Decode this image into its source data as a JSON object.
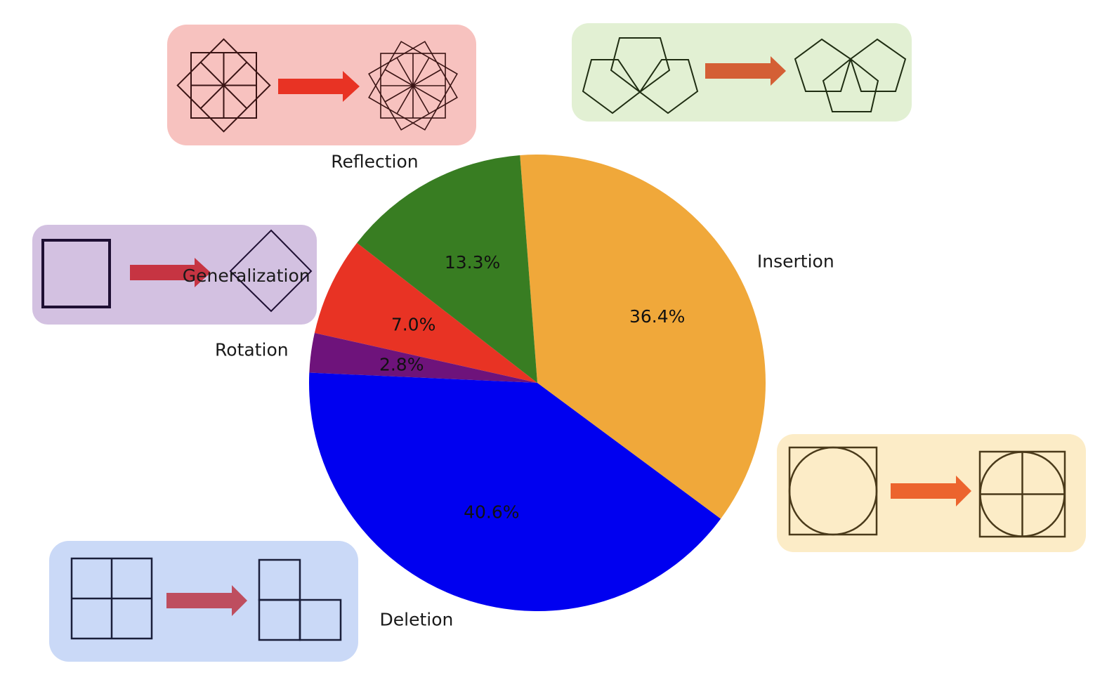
{
  "chart_data": {
    "type": "pie",
    "startangle_deg": 142.2,
    "direction": "counterclockwise",
    "slices": [
      {
        "label": "Generalization",
        "value": 7.0,
        "pct_text": "7.0%",
        "color": "#e83324"
      },
      {
        "label": "Rotation",
        "value": 2.8,
        "pct_text": "2.8%",
        "color": "#6e137b"
      },
      {
        "label": "Deletion",
        "value": 40.6,
        "pct_text": "40.6%",
        "color": "#0000f0"
      },
      {
        "label": "Insertion",
        "value": 36.4,
        "pct_text": "36.4%",
        "color": "#f0a83a"
      },
      {
        "label": "Reflection",
        "value": 13.3,
        "pct_text": "13.3%",
        "color": "#387d22"
      }
    ]
  },
  "panels": {
    "generalization": {
      "bg": "#f7c2bf",
      "arrow": "#e83324",
      "stroke": "#3a1414"
    },
    "reflection": {
      "bg": "#e2f0d3",
      "arrow": "#d45f35",
      "stroke": "#1f2d12"
    },
    "rotation": {
      "bg": "#d3c1e1",
      "arrow": "#c63442",
      "stroke": "#1e0f33"
    },
    "insertion": {
      "bg": "#fcecc7",
      "arrow": "#ec642e",
      "stroke": "#4a3a1a"
    },
    "deletion": {
      "bg": "#cad9f7",
      "arrow": "#be4e5f",
      "stroke": "#1a1f3a"
    }
  }
}
